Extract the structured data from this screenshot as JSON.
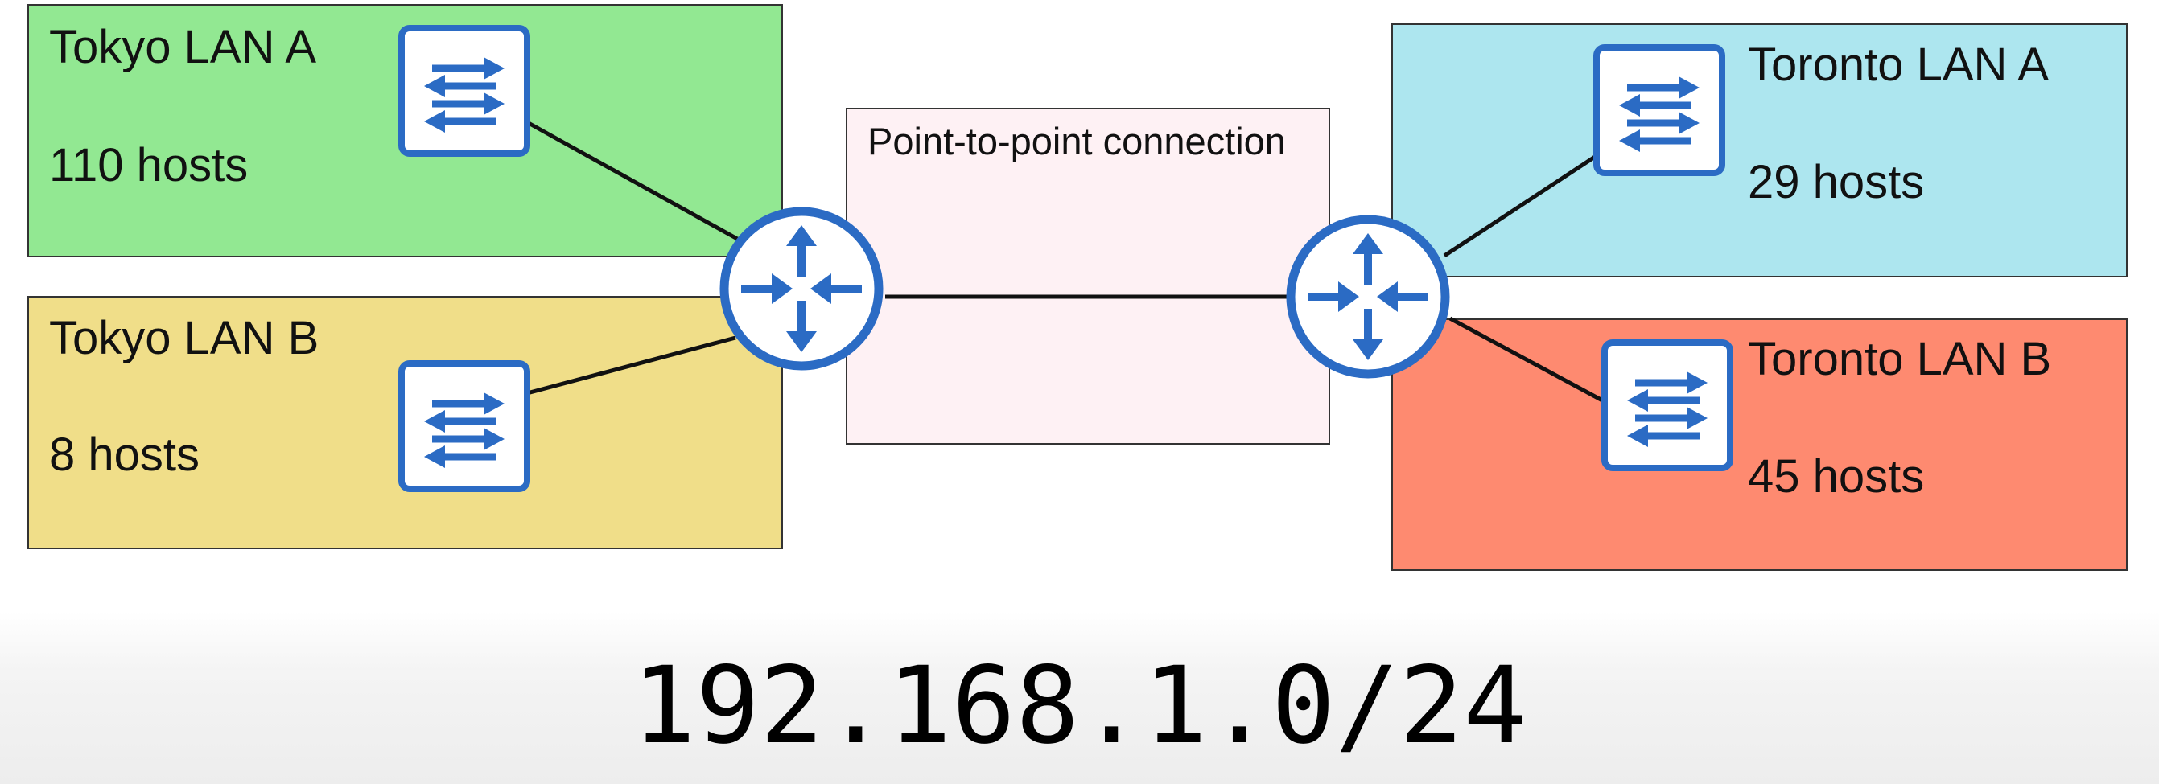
{
  "diagram": {
    "lans": [
      {
        "id": "tokyo-a",
        "title": "Tokyo LAN A",
        "hosts": "110 hosts",
        "color": "#92e892"
      },
      {
        "id": "tokyo-b",
        "title": "Tokyo LAN B",
        "hosts": "8 hosts",
        "color": "#f0de89"
      },
      {
        "id": "toronto-a",
        "title": "Toronto LAN A",
        "hosts": "29 hosts",
        "color": "#ade6ef"
      },
      {
        "id": "toronto-b",
        "title": "Toronto LAN B",
        "hosts": "45 hosts",
        "color": "#fe8a70"
      }
    ],
    "p2p": {
      "label": "Point-to-point connection",
      "color": "#fef1f4"
    },
    "subnet": "192.168.1.0/24",
    "icon_color": "#2b6bc4",
    "icons": {
      "switch": "switch-icon",
      "router": "router-icon"
    }
  }
}
